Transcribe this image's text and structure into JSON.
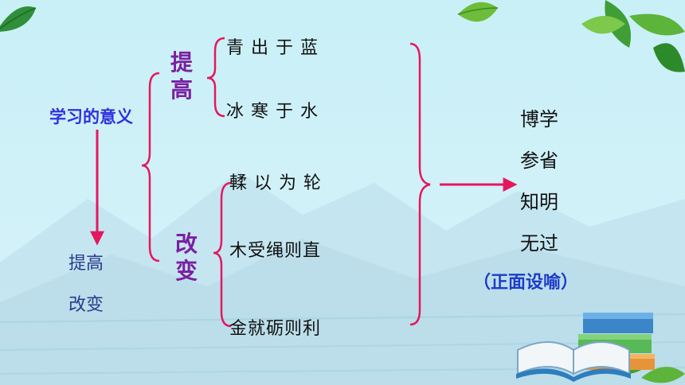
{
  "main_topic": "学习的意义",
  "category_improve": "提高",
  "category_change": "改变",
  "sayings": {
    "improve": [
      "青出于蓝",
      "冰寒于水"
    ],
    "change": [
      "輮以为轮",
      "木受绳则直",
      "金就砺则利"
    ]
  },
  "conclusion": [
    "博学",
    "参省",
    "知明",
    "无过"
  ],
  "method_note": "（正面设喻）",
  "side_summary": [
    "提高",
    "改变"
  ],
  "colors": {
    "accent": "#e5175f",
    "category": "#7b1fa2",
    "title": "#2f2fe0"
  }
}
